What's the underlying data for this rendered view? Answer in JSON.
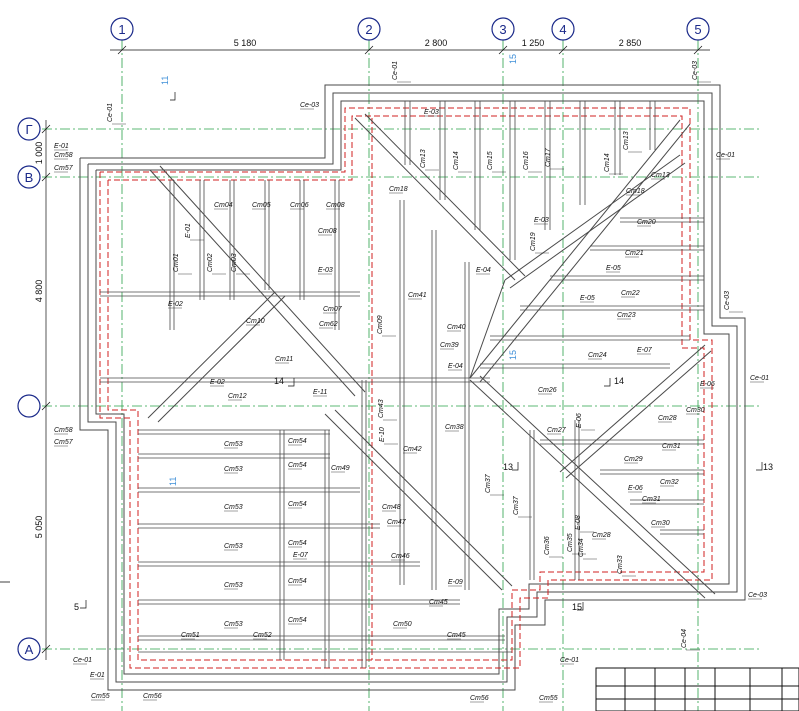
{
  "grid_axes": {
    "columns": [
      "1",
      "2",
      "3",
      "4",
      "5"
    ],
    "rows": [
      "Г",
      "В",
      "",
      "А"
    ]
  },
  "dimensions": {
    "top": [
      "5 180",
      "2 800",
      "1 250",
      "2 850"
    ],
    "left": [
      "1 000",
      "4 800",
      "5 050"
    ]
  },
  "section_marks": [
    "11",
    "15",
    "14",
    "13",
    "5",
    "15",
    "14",
    "11",
    "15",
    "13"
  ],
  "member_tags": {
    "ce": [
      "Се-01",
      "Се-01",
      "Се-03",
      "Се-03",
      "Се-01",
      "Се-01",
      "Се-03",
      "Се-01",
      "Се-04",
      "Се-01",
      "Се-03"
    ],
    "e": [
      "Е-01",
      "Е-01",
      "Е-01",
      "Е-02",
      "Е-03",
      "Е-03",
      "Е-04",
      "Е-05",
      "Е-05",
      "Е-02",
      "Е-11",
      "Е-04",
      "Е-03",
      "Е-07",
      "Е-06",
      "Е-06",
      "Е-10",
      "Е-08",
      "Е-09",
      "Е-07",
      "Е-06"
    ],
    "cm": [
      "Cm58",
      "Cm57",
      "Cm04",
      "Cm05",
      "Cm06",
      "Cm08",
      "Cm08",
      "Cm01",
      "Cm02",
      "Cm03",
      "Cm10",
      "Cm07",
      "Cm62",
      "Cm11",
      "Cm12",
      "Cm41",
      "Cm09",
      "Cm40",
      "Cm39",
      "Cm13",
      "Cm14",
      "Cm15",
      "Cm16",
      "Cm17",
      "Cm18",
      "Cm19",
      "Cm14",
      "Cm13",
      "Cm13",
      "Cm18",
      "Cm20",
      "Cm21",
      "Cm22",
      "Cm23",
      "Cm24",
      "Cm26",
      "Cm28",
      "Cm30",
      "Cm58",
      "Cm57",
      "Cm53",
      "Cm53",
      "Cm53",
      "Cm53",
      "Cm53",
      "Cm53",
      "Cm54",
      "Cm54",
      "Cm54",
      "Cm54",
      "Cm54",
      "Cm54",
      "Cm43",
      "Cm42",
      "Cm38",
      "Cm49",
      "Cm48",
      "Cm47",
      "Cm46",
      "Cm37",
      "Cm37",
      "Cm27",
      "Cm29",
      "Cm31",
      "Cm32",
      "Cm31",
      "Cm30",
      "Cm28",
      "Cm36",
      "Cm35",
      "Cm34",
      "Cm33",
      "Cm45",
      "Cm45",
      "Cm51",
      "Cm52",
      "Cm50",
      "Cm55",
      "Cm56",
      "Cm56",
      "Cm55"
    ]
  },
  "colors": {
    "axis": "#1b2a8a",
    "axis_line": "#2aa14a",
    "outline_red": "#d22020",
    "structure": "#4a4a4a"
  }
}
